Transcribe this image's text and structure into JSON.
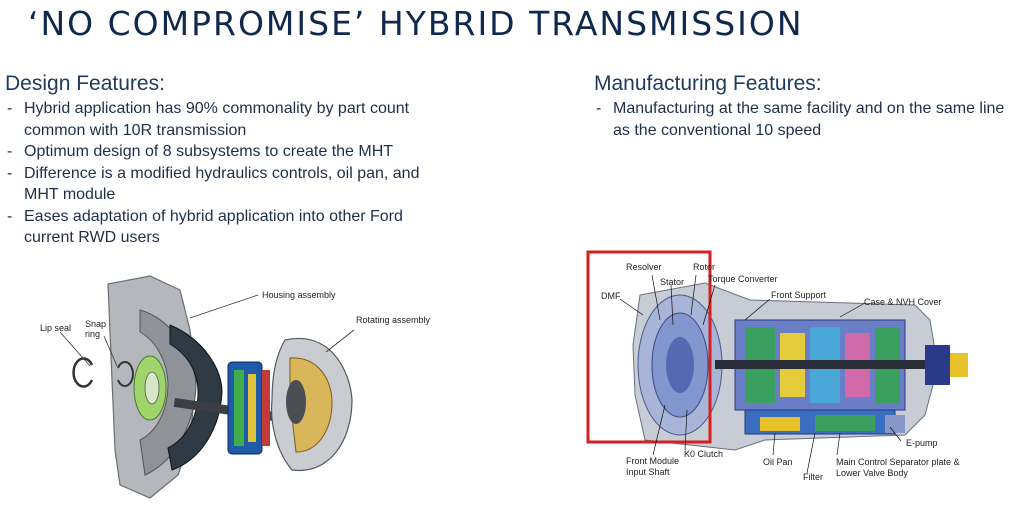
{
  "title": "‘NO COMPROMISE’ HYBRID TRANSMISSION",
  "design": {
    "heading": "Design Features:",
    "bullets": [
      "Hybrid application has 90% commonality by part count common with 10R transmission",
      "Optimum design of 8 subsystems to create the MHT",
      "Difference is a modified hydraulics controls, oil pan, and MHT module",
      "Eases adaptation of hybrid application into other Ford current RWD users"
    ]
  },
  "manufacturing": {
    "heading": "Manufacturing Features:",
    "bullets": [
      "Manufacturing at the same facility and on the same line as the conventional 10 speed"
    ]
  },
  "left_figure": {
    "labels": {
      "housing": "Housing assembly",
      "rotating": "Rotating assembly",
      "lip_seal": "Lip seal",
      "snap_ring": "Snap ring"
    }
  },
  "right_figure": {
    "highlight_color": "#d42020",
    "labels": {
      "resolver": "Resolver",
      "rotor": "Rotor",
      "stator": "Stator",
      "torque_converter": "Torque Converter",
      "dmf": "DMF",
      "front_support": "Front Support",
      "case_cover": "Case & NVH Cover",
      "front_module": "Front Module",
      "input_shaft": "Input Shaft",
      "k0_clutch": "K0 Clutch",
      "oil_pan": "Oil Pan",
      "filter": "Filter",
      "separator_plate": "Main Control Separator plate &",
      "valve_body": "Lower Valve Body",
      "e_pump": "E-pump"
    }
  }
}
